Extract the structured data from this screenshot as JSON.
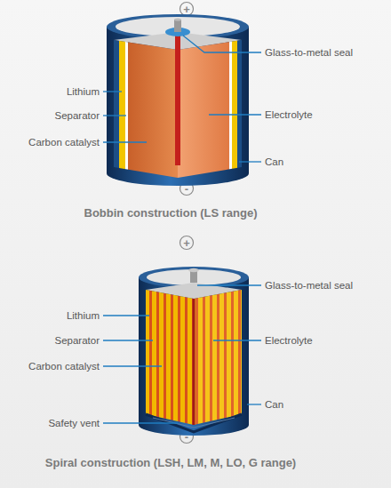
{
  "diagram": {
    "labels": [
      "+",
      "Glass-to-metal seal",
      "Lithium",
      "Electrolyte",
      "Separator",
      "Carbon catalyst",
      "Can",
      "-",
      "Bobbin construction (LS range)",
      "+",
      "Glass-to-metal seal",
      "Lithium",
      "Separator",
      "Electrolyte",
      "Carbon catalyst",
      "Safety vent",
      "Can",
      "-",
      "Spiral construction (LSH, LM, M, LO, G range)"
    ]
  }
}
